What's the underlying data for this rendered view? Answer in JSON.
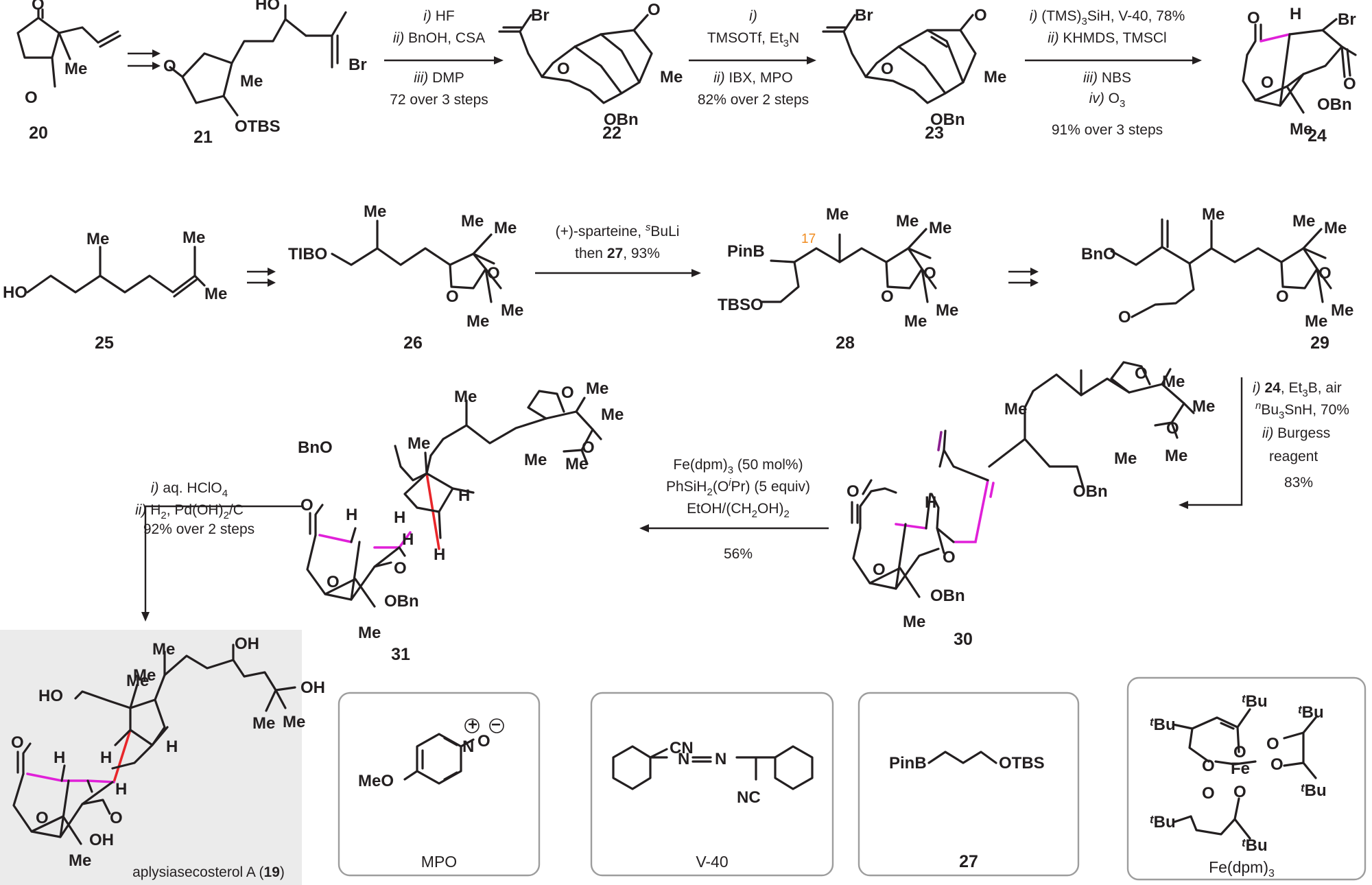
{
  "compounds": {
    "c20": "20",
    "c21": "21",
    "c22": "22",
    "c23": "23",
    "c24": "24",
    "c25": "25",
    "c26": "26",
    "c28": "28",
    "c29": "29",
    "c30": "30",
    "c31": "31",
    "c19_name": "aplysiasecosterol A (",
    "c19_num": "19",
    "c19_close": ")",
    "c27": "27"
  },
  "atoms": {
    "O": "O",
    "Me": "Me",
    "HO": "HO",
    "Br": "Br",
    "OTBS": "OTBS",
    "OBn": "OBn",
    "H": "H",
    "TIBO": "TIBO",
    "PinB": "PinB",
    "TBSO": "TBSO",
    "BnO": "BnO",
    "OH": "OH",
    "MeO": "MeO",
    "CN": "CN",
    "NC": "NC",
    "N": "N",
    "Fe": "Fe",
    "tBu_t": "t",
    "tBu_Bu": "Bu",
    "plus": "+",
    "minus": "−",
    "c17": "17"
  },
  "conditions": {
    "s1": {
      "i": "i)",
      "i_t": " HF",
      "ii": "ii)",
      "ii_t": " BnOH, CSA",
      "iii": "iii)",
      "iii_t": " DMP",
      "y": "72 over 3 steps"
    },
    "s2": {
      "i": "i)",
      "i_t": "TMSOTf, Et",
      "i_sub": "3",
      "i_t2": "N",
      "ii": "ii)",
      "ii_t": " IBX, MPO",
      "y": "82% over 2 steps"
    },
    "s3": {
      "i": "i)",
      "i_t": " (TMS)",
      "i_sub": "3",
      "i_t2": "SiH, V-40, 78%",
      "ii": "ii)",
      "ii_t": " KHMDS, TMSCl",
      "iii": "iii)",
      "iii_t": " NBS",
      "iv": "iv)",
      "iv_t": " O",
      "iv_sub": "3",
      "y": "91% over 3 steps"
    },
    "s4": {
      "l1": "(+)-sparteine, ",
      "l1_sup": "s",
      "l1_t": "BuLi",
      "l2": "then ",
      "l2_b": "27",
      "l2_t": ", 93%"
    },
    "s5": {
      "i": "i)",
      "i_b": " 24",
      "i_t": ", Et",
      "i_sub": "3",
      "i_t2": "B, air",
      "l2_sup": "n",
      "l2_t": "Bu",
      "l2_sub": "3",
      "l2_t2": "SnH, 70%",
      "ii": "ii)",
      "ii_t": " Burgess",
      "l4": "reagent",
      "y": "83%"
    },
    "s6": {
      "l1": "Fe(dpm)",
      "l1_sub": "3",
      "l1_t": " (50 mol%)",
      "l2": "PhSiH",
      "l2_sub": "2",
      "l2_t": "(O",
      "l2_sup": "i",
      "l2_t2": "Pr) (5 equiv)",
      "l3": "EtOH/(CH",
      "l3_sub": "2",
      "l3_t": "OH)",
      "l3_sub2": "2",
      "y": "56%"
    },
    "s7": {
      "i": "i)",
      "i_t": " aq. HClO",
      "i_sub": "4",
      "ii": "ii)",
      "ii_t": " H",
      "ii_sub": "2",
      "ii_t2": ", Pd(OH)",
      "ii_sub2": "2",
      "ii_t3": "/C",
      "y": "92% over 2 steps"
    }
  },
  "boxes": {
    "mpo": "MPO",
    "v40": "V-40",
    "c27": "27",
    "fedpm": "Fe(dpm)",
    "fedpm_sub": "3"
  },
  "colors": {
    "new_bond_magenta": "#e020d8",
    "alkene_purple": "#8a1f8f",
    "new_bond_red": "#e8262a",
    "position_label_orange": "#f08a1c",
    "product_background": "#ebebeb",
    "box_border": "#9d9d9d"
  }
}
